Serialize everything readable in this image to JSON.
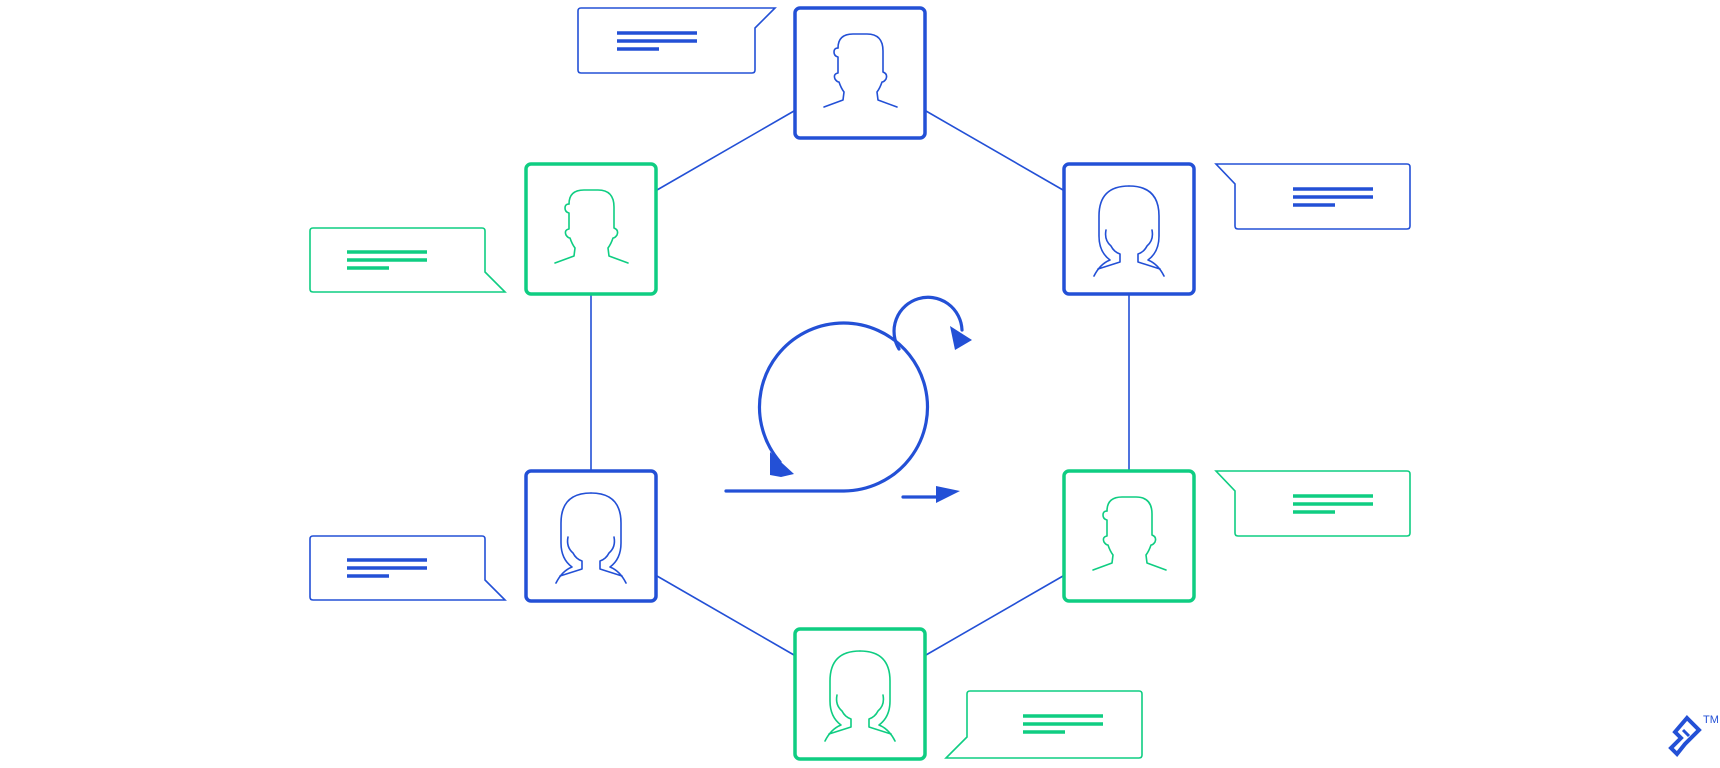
{
  "colors": {
    "blue": "#2350d6",
    "green": "#0fcd82",
    "background": "#ffffff"
  },
  "diagram": {
    "type": "team-network",
    "members": [
      {
        "id": "m1",
        "avatar": "male-avatar-icon",
        "color": "blue"
      },
      {
        "id": "m2",
        "avatar": "female-avatar-icon",
        "color": "blue"
      },
      {
        "id": "m3",
        "avatar": "male-avatar-icon",
        "color": "green"
      },
      {
        "id": "m4",
        "avatar": "female-avatar-icon",
        "color": "green"
      },
      {
        "id": "m5",
        "avatar": "female-avatar-icon",
        "color": "blue"
      },
      {
        "id": "m6",
        "avatar": "male-avatar-icon",
        "color": "green"
      }
    ],
    "connections": [
      [
        "m1",
        "m2"
      ],
      [
        "m2",
        "m3"
      ],
      [
        "m3",
        "m4"
      ],
      [
        "m4",
        "m5"
      ],
      [
        "m5",
        "m6"
      ],
      [
        "m6",
        "m1"
      ]
    ],
    "speech_bubbles": [
      {
        "member": "m1",
        "color": "blue"
      },
      {
        "member": "m2",
        "color": "blue"
      },
      {
        "member": "m3",
        "color": "green"
      },
      {
        "member": "m4",
        "color": "green"
      },
      {
        "member": "m5",
        "color": "blue"
      },
      {
        "member": "m6",
        "color": "green"
      }
    ],
    "center_icon": "iteration-cycle-icon"
  },
  "branding": {
    "logo": "toptal-logo-icon",
    "trademark": "TM"
  }
}
